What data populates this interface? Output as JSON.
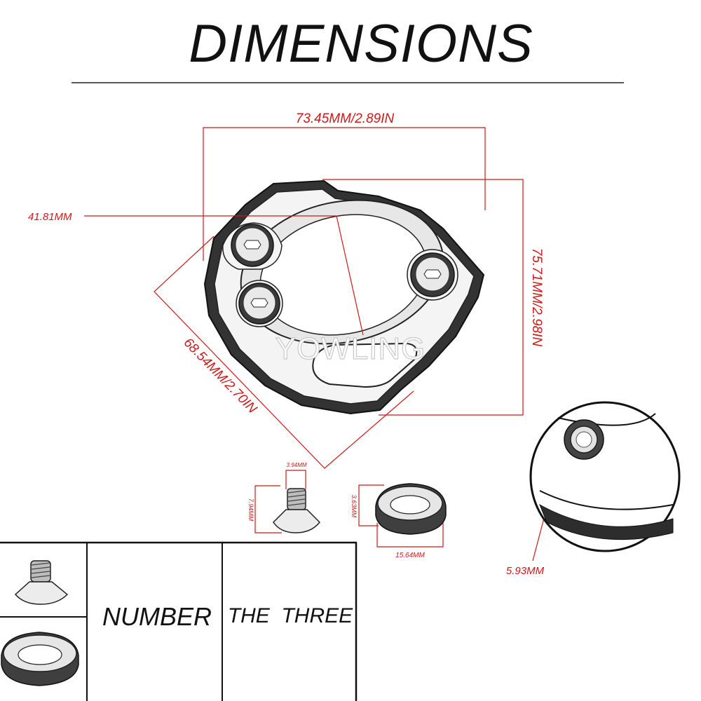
{
  "heading": "DIMENSIONS",
  "watermark": "YOWLING",
  "dimensions": {
    "top_width": "73.45MM/2.89IN",
    "right_height": "75.71MM/2.98IN",
    "diagonal_side": "68.54MM/2.70IN",
    "inner_diameter": "41.81MM",
    "bolt_head": "3.94MM",
    "bolt_length": "7.94MM",
    "washer_height": "3.63MM",
    "washer_diameter": "15.64MM",
    "thread_hole": "5.93MM"
  },
  "table": {
    "header_number": "NUMBER",
    "header_quantity": "THE  THREE"
  },
  "colors": {
    "dimension_lines": "#d01919",
    "outline": "#111111",
    "part_fill": "#3a3a3a",
    "part_face": "#f4f4f4"
  }
}
